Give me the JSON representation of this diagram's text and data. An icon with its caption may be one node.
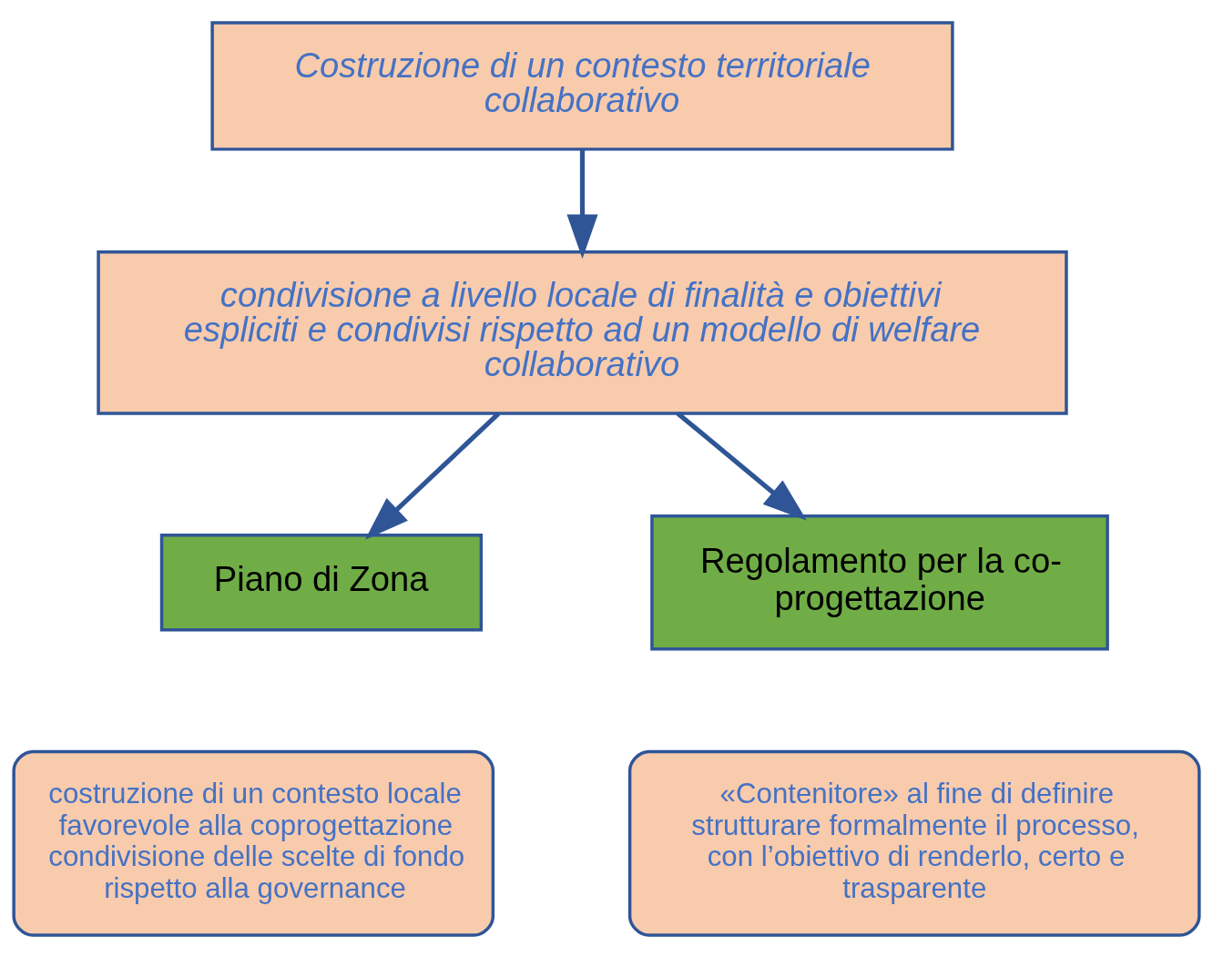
{
  "diagram": {
    "nodes": [
      {
        "text": [
          "Costruzione di un contesto territoriale collaborativo"
        ]
      },
      {
        "text": [
          "condivisione a livello locale di finalità e obiettivi espliciti e condivisi rispetto ad un modello di welfare collaborativo"
        ]
      },
      {
        "text": [
          "Piano di Zona"
        ]
      },
      {
        "text": [
          "Regolamento per la co-progettazione"
        ]
      },
      {
        "text": [
          "costruzione di un contesto locale favorevole alla coprogettazione condivisione delle scelte di fondo rispetto alla governance"
        ]
      },
      {
        "text": [
          "«Contenitore» al fine di definire strutturare formalmente il processo, con l’obiettivo di renderlo, certo e trasparente"
        ]
      }
    ],
    "edges": [
      {
        "from": 0,
        "to": 1,
        "arrow": "to"
      },
      {
        "from": 1,
        "to": 2,
        "arrow": "to"
      },
      {
        "from": 1,
        "to": 3,
        "arrow": "to"
      }
    ]
  }
}
